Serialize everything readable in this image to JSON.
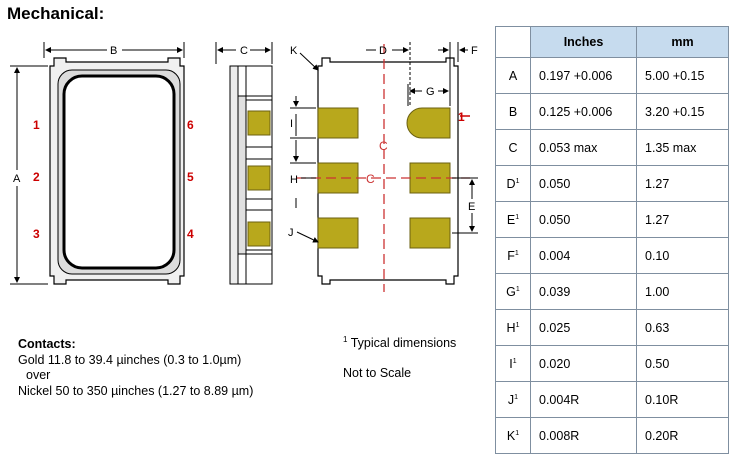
{
  "title": "Mechanical:",
  "contacts": {
    "heading": "Contacts:",
    "line1": "Gold   11.8 to 39.4 µinches (0.3 to 1.0µm)",
    "line2": "over",
    "line3": "Nickel 50 to 350 µinches (1.27 to 8.89 µm)"
  },
  "notes": {
    "typical_marker": "1",
    "typical": "Typical dimensions",
    "scale": "Not to Scale"
  },
  "diagram_labels": {
    "A": "A",
    "B": "B",
    "C": "C",
    "D": "D",
    "E": "E",
    "F": "F",
    "G": "G",
    "H": "H",
    "I": "I",
    "J": "J",
    "K": "K",
    "pins": [
      "1",
      "2",
      "3",
      "4",
      "5",
      "6"
    ],
    "pin1_marker": "1",
    "center_mark": "C"
  },
  "colors": {
    "pad": "#b8a81c",
    "pad_border": "#6b6010",
    "pin_red": "#cc0000",
    "header_bg": "#c6dbee",
    "package_fill": "#eeeeee",
    "centerline": "#cc3333"
  },
  "table": {
    "headers": [
      "Inches",
      "mm"
    ],
    "rows": [
      {
        "key": "A",
        "sup": "",
        "inches": "0.197 +0.006",
        "mm": "5.00 +0.15"
      },
      {
        "key": "B",
        "sup": "",
        "inches": "0.125 +0.006",
        "mm": "3.20 +0.15"
      },
      {
        "key": "C",
        "sup": "",
        "inches": "0.053 max",
        "mm": "1.35 max"
      },
      {
        "key": "D",
        "sup": "1",
        "inches": "0.050",
        "mm": "1.27"
      },
      {
        "key": "E",
        "sup": "1",
        "inches": "0.050",
        "mm": "1.27"
      },
      {
        "key": "F",
        "sup": "1",
        "inches": "0.004",
        "mm": "0.10"
      },
      {
        "key": "G",
        "sup": "1",
        "inches": "0.039",
        "mm": "1.00"
      },
      {
        "key": "H",
        "sup": "1",
        "inches": "0.025",
        "mm": "0.63"
      },
      {
        "key": "I",
        "sup": "1",
        "inches": "0.020",
        "mm": "0.50"
      },
      {
        "key": "J",
        "sup": "1",
        "inches": "0.004R",
        "mm": "0.10R"
      },
      {
        "key": "K",
        "sup": "1",
        "inches": "0.008R",
        "mm": "0.20R"
      }
    ]
  }
}
